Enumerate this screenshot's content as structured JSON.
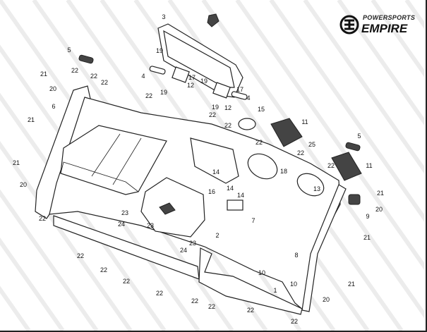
{
  "brand": {
    "line1": "POWERSPORTS",
    "line2": "EMPIRE"
  },
  "watermark": "POWERSPORTS EMPIRE",
  "callouts": [
    "3",
    "5",
    "19",
    "4",
    "17",
    "12",
    "19",
    "19",
    "17",
    "19",
    "12",
    "4",
    "21",
    "22",
    "22",
    "22",
    "20",
    "22",
    "6",
    "21",
    "22",
    "15",
    "22",
    "11",
    "22",
    "22",
    "25",
    "5",
    "22",
    "11",
    "14",
    "14",
    "14",
    "18",
    "13",
    "21",
    "20",
    "9",
    "21",
    "20",
    "16",
    "23",
    "7",
    "24",
    "23",
    "2",
    "23",
    "24",
    "22",
    "22",
    "22",
    "22",
    "22",
    "22",
    "22",
    "22",
    "8",
    "10",
    "10",
    "1",
    "21",
    "21",
    "20",
    "22"
  ]
}
